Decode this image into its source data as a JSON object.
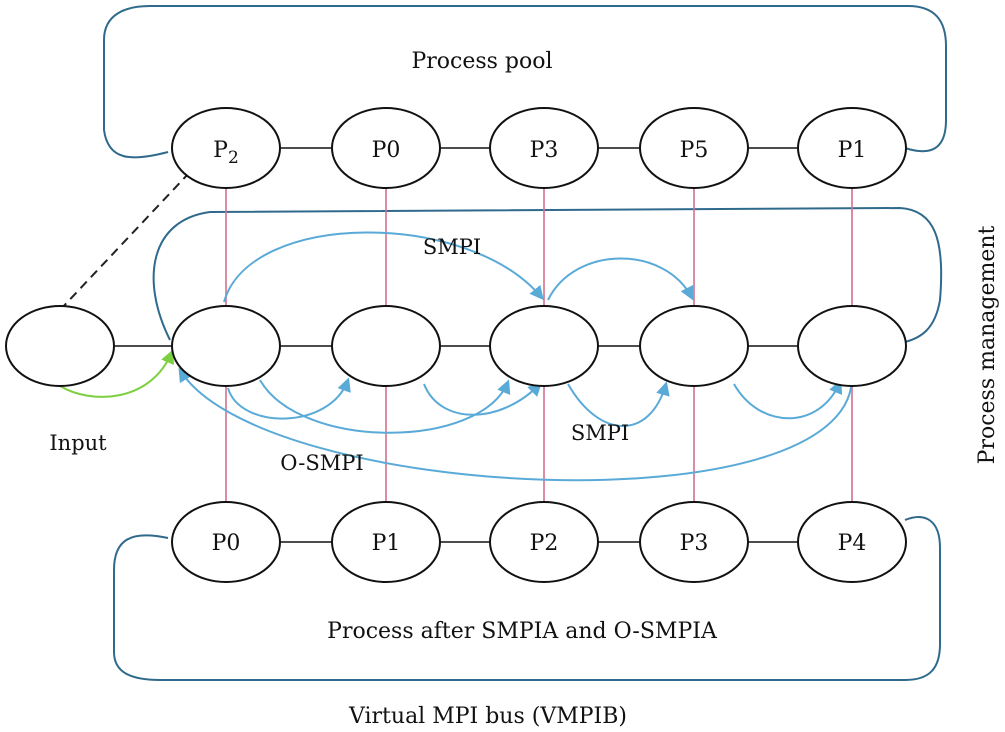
{
  "labels": {
    "process_pool": "Process pool",
    "process_management": "Process management",
    "process_after": "Process after SMPIA and O-SMPIA",
    "virtual_bus": "Virtual MPI bus (VMPIB)",
    "input": "Input",
    "smpi_top": "SMPI",
    "smpi_bottom": "SMPI",
    "osmpi": "O-SMPI"
  },
  "pool_nodes": [
    {
      "main": "P",
      "sub": "2"
    },
    {
      "main": "P0",
      "sub": ""
    },
    {
      "main": "P3",
      "sub": ""
    },
    {
      "main": "P5",
      "sub": ""
    },
    {
      "main": "P1",
      "sub": ""
    }
  ],
  "bus_nodes": [
    "P0",
    "P1",
    "P2",
    "P3",
    "P4"
  ],
  "colors": {
    "outline": "#111111",
    "group_border": "#2f6a8c",
    "vertical_link": "#d4708c",
    "smpi_arrow": "#5aaad8",
    "input_arrow": "#7ccf3e",
    "dashed": "#222222"
  }
}
